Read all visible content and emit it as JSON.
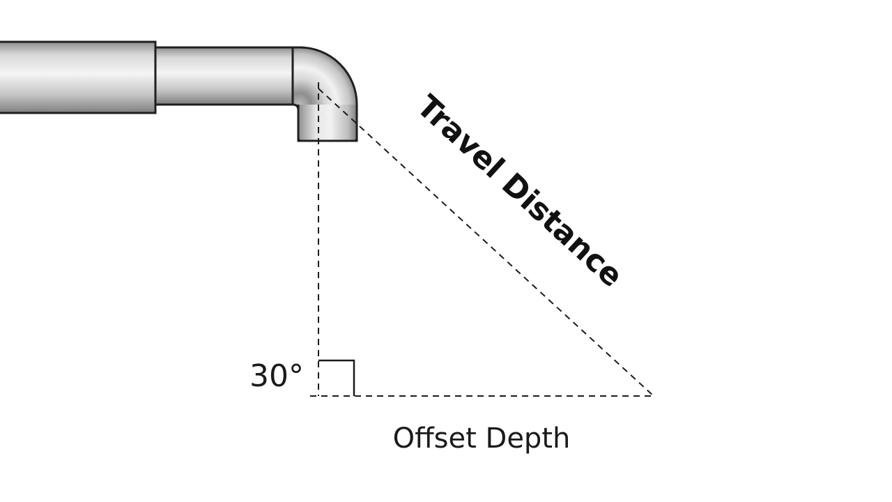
{
  "diagram": {
    "hypotenuse_label": "Travel Distance",
    "angle_label": "30°",
    "base_label": "Offset Depth",
    "colors": {
      "line": "#1a1a1a",
      "pipe_light": "#f2f2f2",
      "pipe_mid": "#c9c9c9",
      "pipe_dark": "#8e8e8e",
      "background": "#ffffff"
    }
  }
}
